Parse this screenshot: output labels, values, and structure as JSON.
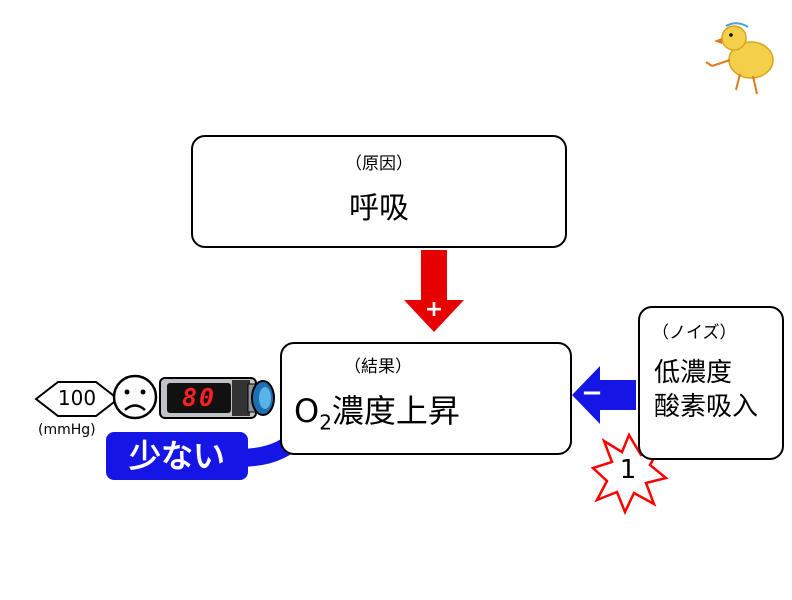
{
  "cause": {
    "label": "（原因）",
    "text": "呼吸"
  },
  "result": {
    "label": "（結果）",
    "o": "O",
    "sub": "2",
    "text": "濃度上昇"
  },
  "noise": {
    "label": "（ノイズ）",
    "line1": "低濃度",
    "line2": "酸素吸入",
    "number": "1"
  },
  "plus_sign": "+",
  "minus_sign": "−",
  "monitor": {
    "value": "100",
    "unit": "(mmHg)",
    "display": "80"
  },
  "badge": "少ない",
  "colors": {
    "red_arrow": "#e60000",
    "blue_arrow": "#1515e6",
    "badge": "#1515e6",
    "display_digits": "#ff2020",
    "star": "#ff0000",
    "mascot": "#f2c230"
  },
  "icons": [
    "down-arrow-outline-icon",
    "sad-face-icon",
    "pulse-oximeter-icon",
    "explosion-star-icon",
    "chick-mascot-icon"
  ]
}
